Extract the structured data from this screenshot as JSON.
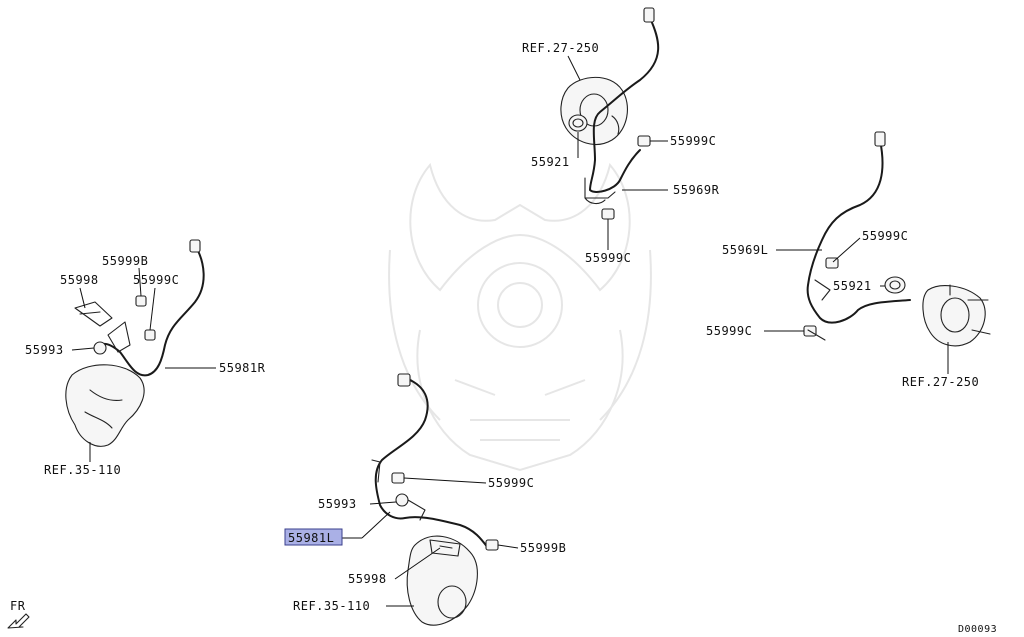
{
  "diagram": {
    "code": "D00093",
    "direction_label": "FR",
    "highlight_color": "#aab0e6",
    "labels": {
      "ref_27_250_top": "REF.27-250",
      "p55921_top": "55921",
      "p55999c_top_a": "55999C",
      "p55969r": "55969R",
      "p55999c_top_b": "55999C",
      "p55999b_left": "55999B",
      "p55998_left": "55998",
      "p55999c_left": "55999C",
      "p55993_left": "55993",
      "p55981r": "55981R",
      "ref_35_110_left": "REF.35-110",
      "p55969l": "55969L",
      "p55999c_right_a": "55999C",
      "p55921_right": "55921",
      "p55999c_right_b": "55999C",
      "ref_27_250_right": "REF.27-250",
      "p55999c_center": "55999C",
      "p55993_center": "55993",
      "p55981l": "55981L",
      "p55999b_center": "55999B",
      "p55998_center": "55998",
      "ref_35_110_center": "REF.35-110"
    }
  }
}
